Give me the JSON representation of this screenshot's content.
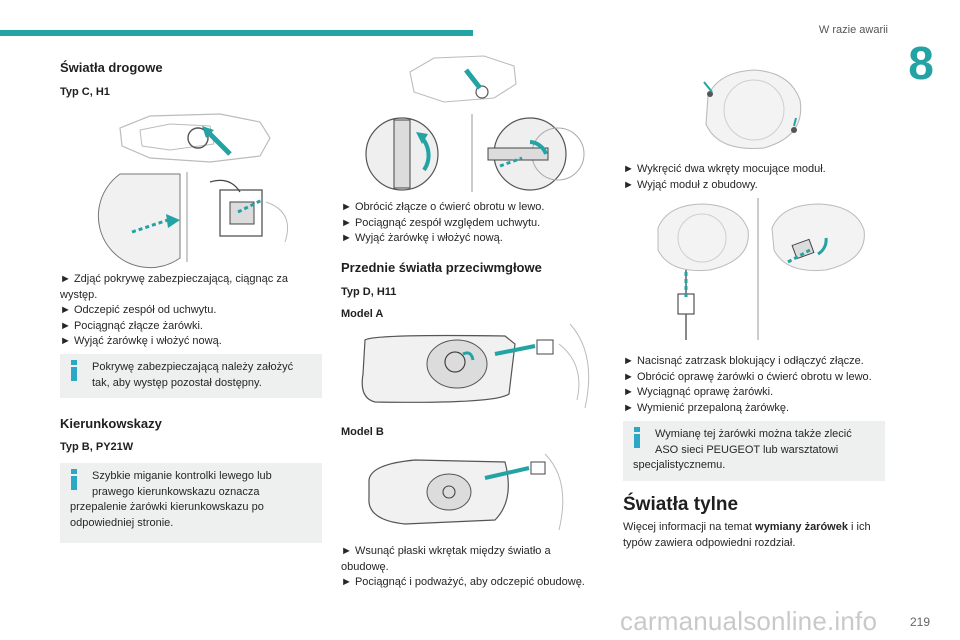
{
  "header": {
    "section": "W razie awarii",
    "chapter": "8"
  },
  "footer": {
    "page": "219",
    "watermark": "carmanualsonline.info"
  },
  "col1": {
    "heading": "Światła drogowe",
    "sub": "Typ C, H1",
    "steps": [
      "► Zdjąć pokrywę zabezpieczającą, ciągnąc za",
      "występ.",
      "► Odczepić zespół od uchwytu.",
      "► Pociągnąć złącze żarówki.",
      "► Wyjąć żarówkę i włożyć nową."
    ],
    "note1": [
      "Pokrywę zabezpieczającą należy założyć",
      "tak, aby występ pozostał dostępny."
    ],
    "heading2": "Kierunkowskazy",
    "sub2": "Typ B, PY21W",
    "note2": [
      "Szybkie miganie kontrolki lewego lub",
      "prawego kierunkowskazu oznacza",
      "przepalenie żarówki kierunkowskazu po",
      "odpowiedniej stronie."
    ]
  },
  "col2": {
    "steps": [
      "► Obrócić złącze o ćwierć obrotu w lewo.",
      "► Pociągnąć zespół względem uchwytu.",
      "► Wyjąć żarówkę i włożyć nową."
    ],
    "heading": "Przednie światła przeciwmgłowe",
    "sub": "Typ D, H11",
    "model_a": "Model A",
    "model_b": "Model B",
    "steps2": [
      "► Wsunąć płaski wkrętak między światło a",
      "obudowę.",
      "► Pociągnąć i podważyć, aby odczepić obudowę."
    ]
  },
  "col3": {
    "steps": [
      "► Wykręcić dwa wkręty mocujące moduł.",
      "► Wyjąć moduł z obudowy."
    ],
    "steps2": [
      "► Nacisnąć zatrzask blokujący i odłączyć złącze.",
      "► Obrócić oprawę żarówki o ćwierć obrotu w lewo.",
      "► Wyciągnąć oprawę żarówki.",
      "► Wymienić przepaloną żarówkę."
    ],
    "note": [
      "Wymianę tej żarówki można także zlecić",
      "ASO sieci PEUGEOT lub warsztatowi",
      "specjalistycznemu."
    ],
    "heading": "Światła tylne",
    "para_a": "Więcej informacji na temat ",
    "para_bold": "wymiany żarówek",
    "para_b": " i ich",
    "para_2": "typów zawiera odpowiedni rozdział."
  },
  "colors": {
    "accent": "#23a3a3",
    "note_bg": "#eef0f0",
    "info_icon": "#2aa8c6"
  }
}
